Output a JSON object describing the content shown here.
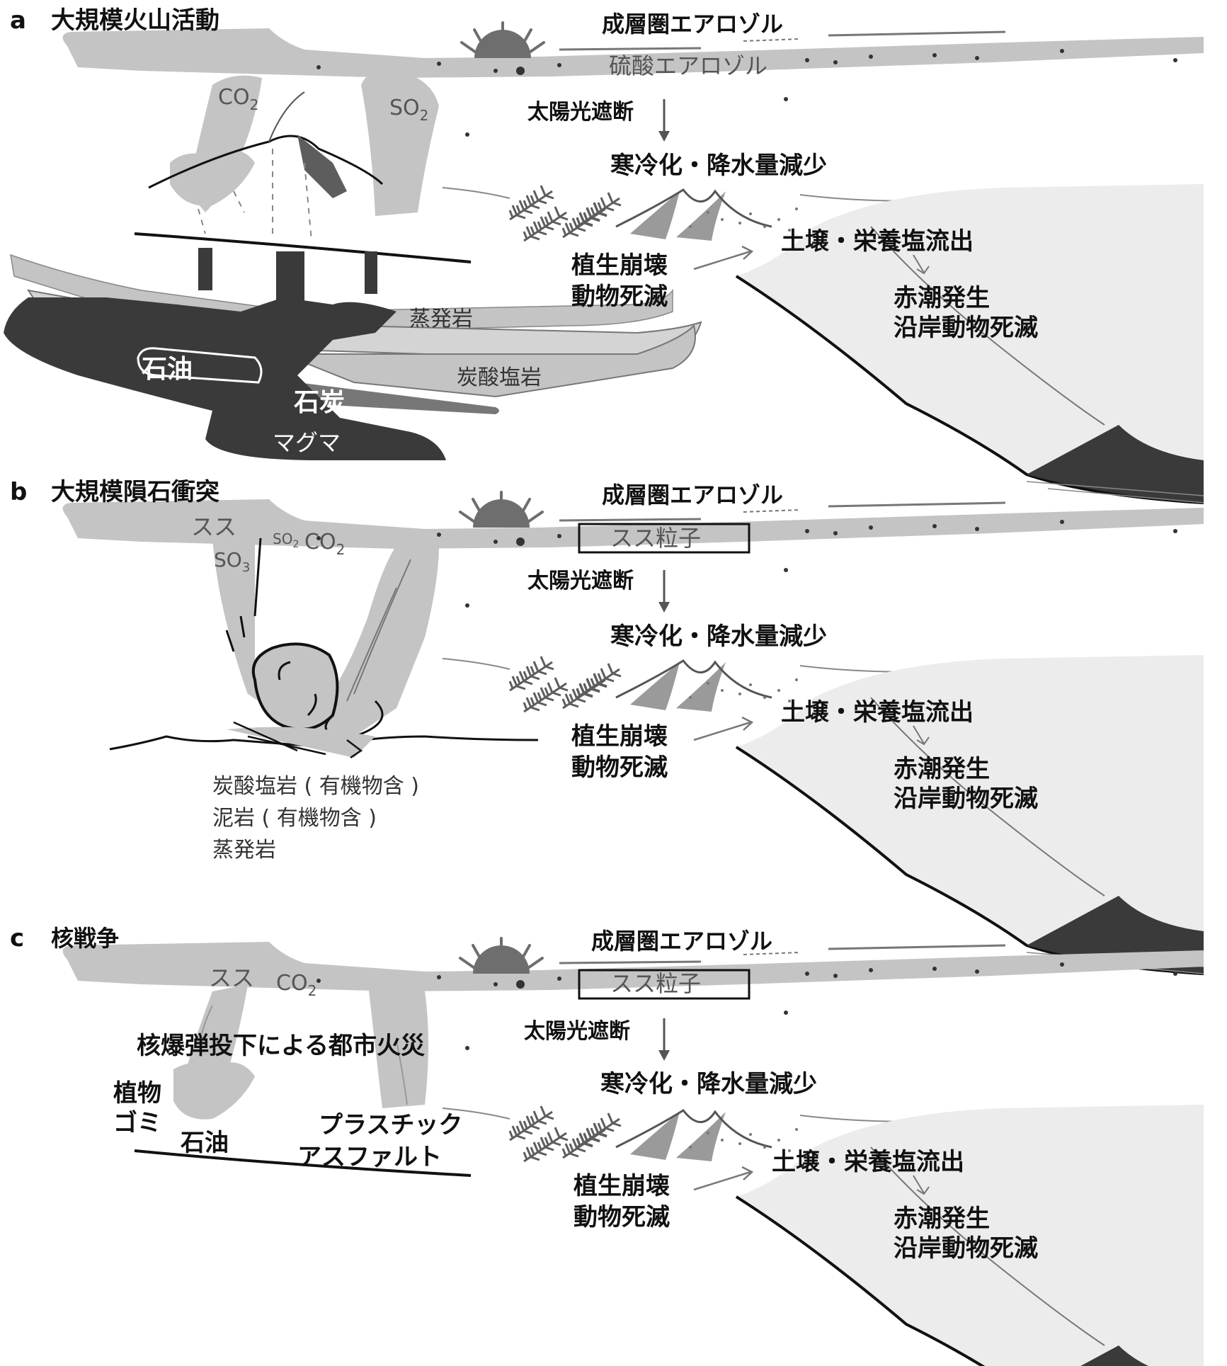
{
  "colors": {
    "plume": "#c4c4c4",
    "dark": "#3a3a3a",
    "light_land": "#ececec",
    "mid": "#8a8a8a",
    "sun": "#6e6e6e",
    "vegetation": "#5d5d5d"
  },
  "panels": [
    {
      "letter": "a",
      "title": "大規模火山活動",
      "strat_label": "成層圏エアロゾル",
      "aerosol_label": "硫酸エアロゾル",
      "gas_labels": [
        "CO",
        "SO"
      ],
      "sunlight": "太陽光遮断",
      "cooling": "寒冷化・降水量減少",
      "veg_line1": "植生崩壊",
      "veg_line2": "動物死滅",
      "soil": "土壌・栄養塩流出",
      "coast_line1": "赤潮発生",
      "coast_line2": "沿岸動物死滅",
      "rock_labels": [
        "蒸発岩",
        "炭酸塩岩"
      ],
      "oil": "石油",
      "coal": "石炭",
      "magma": "マグマ"
    },
    {
      "letter": "b",
      "title": "大規模隕石衝突",
      "strat_label": "成層圏エアロゾル",
      "soot_box": "スス粒子",
      "gas_labels": [
        "スス",
        "SO",
        "CO",
        "SO"
      ],
      "sunlight": "太陽光遮断",
      "cooling": "寒冷化・降水量減少",
      "veg_line1": "植生崩壊",
      "veg_line2": "動物死滅",
      "soil": "土壌・栄養塩流出",
      "coast_line1": "赤潮発生",
      "coast_line2": "沿岸動物死滅",
      "target_rocks": [
        "炭酸塩岩 ( 有機物含 )",
        "泥岩 ( 有機物含 )",
        "蒸発岩"
      ]
    },
    {
      "letter": "c",
      "title": "核戦争",
      "strat_label": "成層圏エアロゾル",
      "soot_box": "スス粒子",
      "gas_labels": [
        "スス",
        "CO"
      ],
      "fire": "核爆弾投下による都市火災",
      "fuel_left": [
        "植物",
        "ゴミ"
      ],
      "fuel_oil": "石油",
      "fuel_right": [
        "プラスチック",
        "アスファルト"
      ],
      "sunlight": "太陽光遮断",
      "cooling": "寒冷化・降水量減少",
      "veg_line1": "植生崩壊",
      "veg_line2": "動物死滅",
      "soil": "土壌・栄養塩流出",
      "coast_line1": "赤潮発生",
      "coast_line2": "沿岸動物死滅"
    }
  ]
}
